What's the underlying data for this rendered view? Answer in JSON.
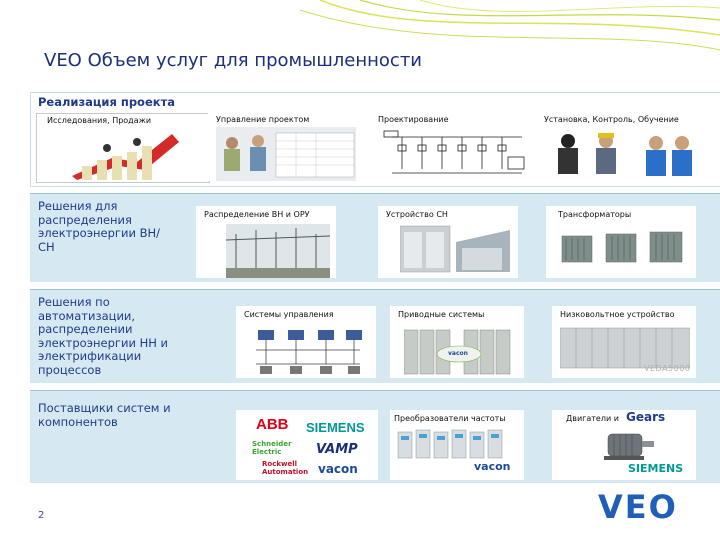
{
  "slide": {
    "title": "VEO Объем услуг для промышленности",
    "page_number": "2",
    "logo": "VEO"
  },
  "row1": {
    "label": "Реализация проекта",
    "items": [
      {
        "caption": "Исследования, Продажи",
        "icon": "growth-arrow-illustration"
      },
      {
        "caption": "Управление проектом",
        "icon": "team-meeting-photo"
      },
      {
        "caption": "Проектирование",
        "icon": "electrical-schematic"
      },
      {
        "caption": "Установка, Контроль, Обучение",
        "icon": "workers-illustration"
      }
    ]
  },
  "row2": {
    "label": "Решения для распределения электроэнергии ВН/СН",
    "items": [
      {
        "caption": "Распределение ВН и ОРУ",
        "icon": "substation-photo"
      },
      {
        "caption": "Устройство СН",
        "icon": "switchgear-photo"
      },
      {
        "caption": "Трансформаторы",
        "icon": "transformer-photo"
      }
    ]
  },
  "row3": {
    "label": "Решения по автоматизации, распределении электроэнергии НН и электрификации процессов",
    "items": [
      {
        "caption": "Системы управления",
        "icon": "control-network-diagram"
      },
      {
        "caption": "Приводные системы",
        "icon": "drive-cabinets-photo"
      },
      {
        "caption": "Низковольтное устройство",
        "icon": "lv-switchboard-photo"
      }
    ],
    "drive_brand": "vacon",
    "lv_brand": "VEDA5000"
  },
  "row4": {
    "label": "Поставщики систем и компонентов",
    "suppliers": [
      "ABB",
      "SIEMENS",
      "Schneider Electric",
      "VAMP",
      "Rockwell Automation",
      "vacon"
    ],
    "items": [
      {
        "caption": "Преобразователи частоты",
        "brand": "vacon"
      },
      {
        "caption": "Двигатели и",
        "brand": "SIEMENS"
      }
    ],
    "gears_label": "Gears"
  },
  "colors": {
    "title": "#1c2f7a",
    "band": "#d6e9f2",
    "logo": "#1f5fb8"
  }
}
